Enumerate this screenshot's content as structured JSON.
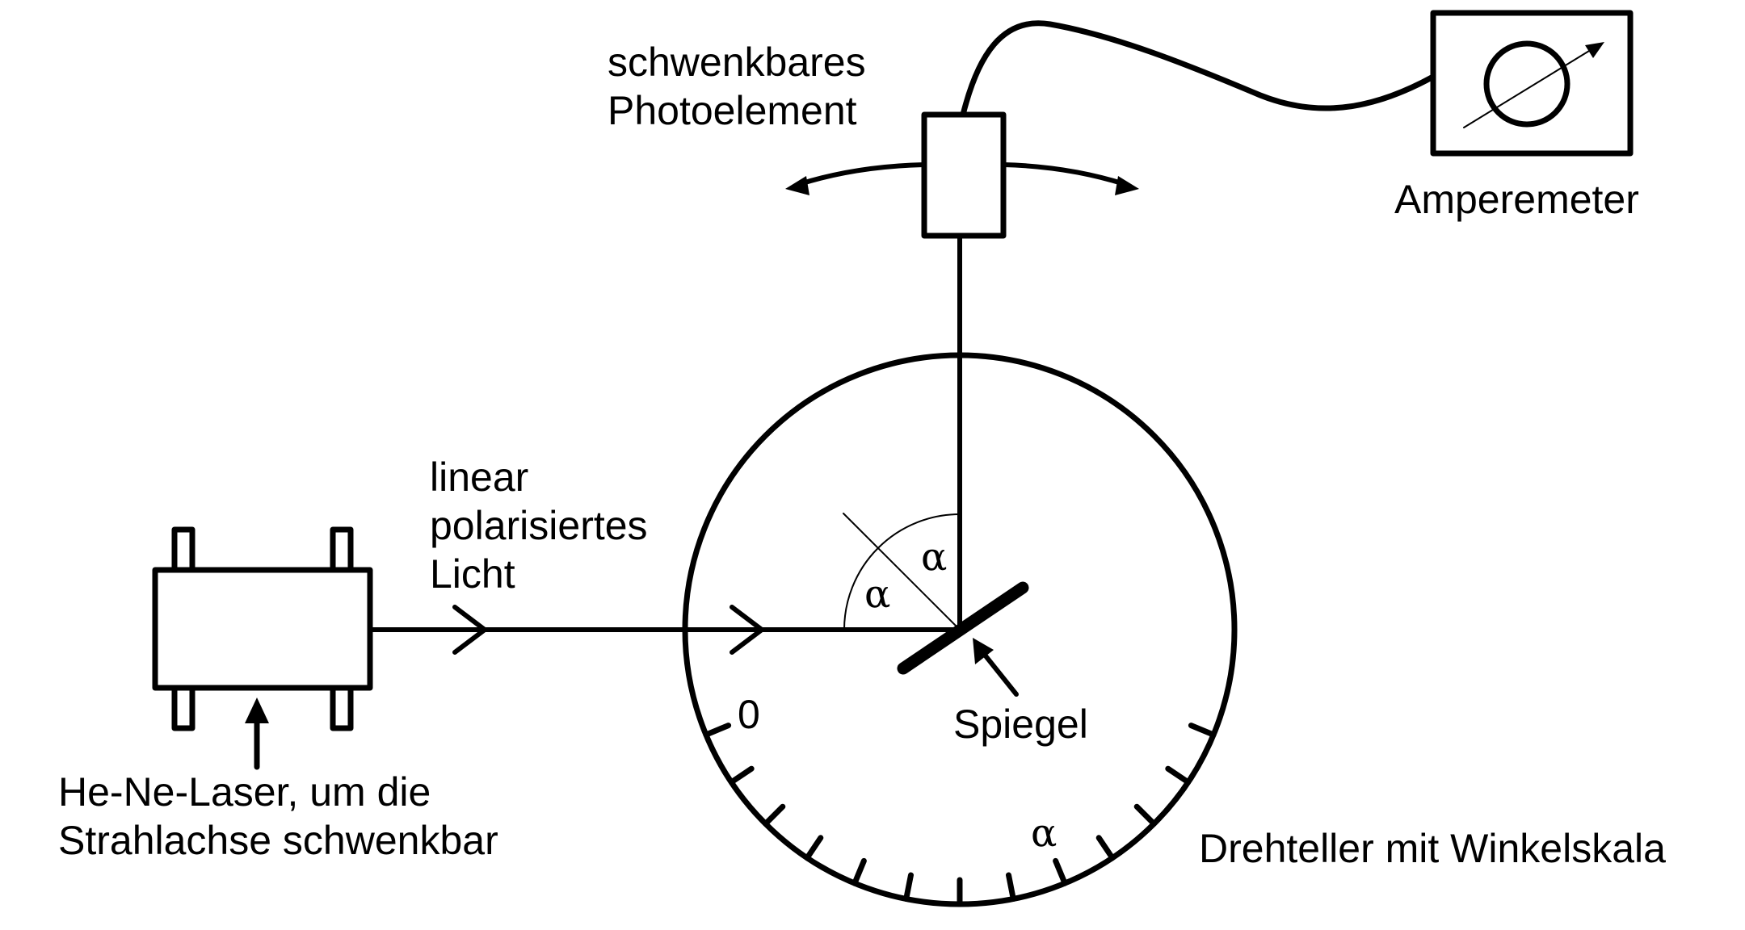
{
  "labels": {
    "photoelement_line1": "schwenkbares",
    "photoelement_line2": "Photoelement",
    "amperemeter": "Amperemeter",
    "light_line1": "linear",
    "light_line2": "polarisiertes",
    "light_line3": "Licht",
    "laser_line1": "He-Ne-Laser, um die",
    "laser_line2": "Strahlachse schwenkbar",
    "mirror": "Spiegel",
    "turntable": "Drehteller mit Winkelskala",
    "scale_zero": "0",
    "angle_symbol": "α"
  },
  "colors": {
    "line": "#000000",
    "background": "#ffffff"
  }
}
